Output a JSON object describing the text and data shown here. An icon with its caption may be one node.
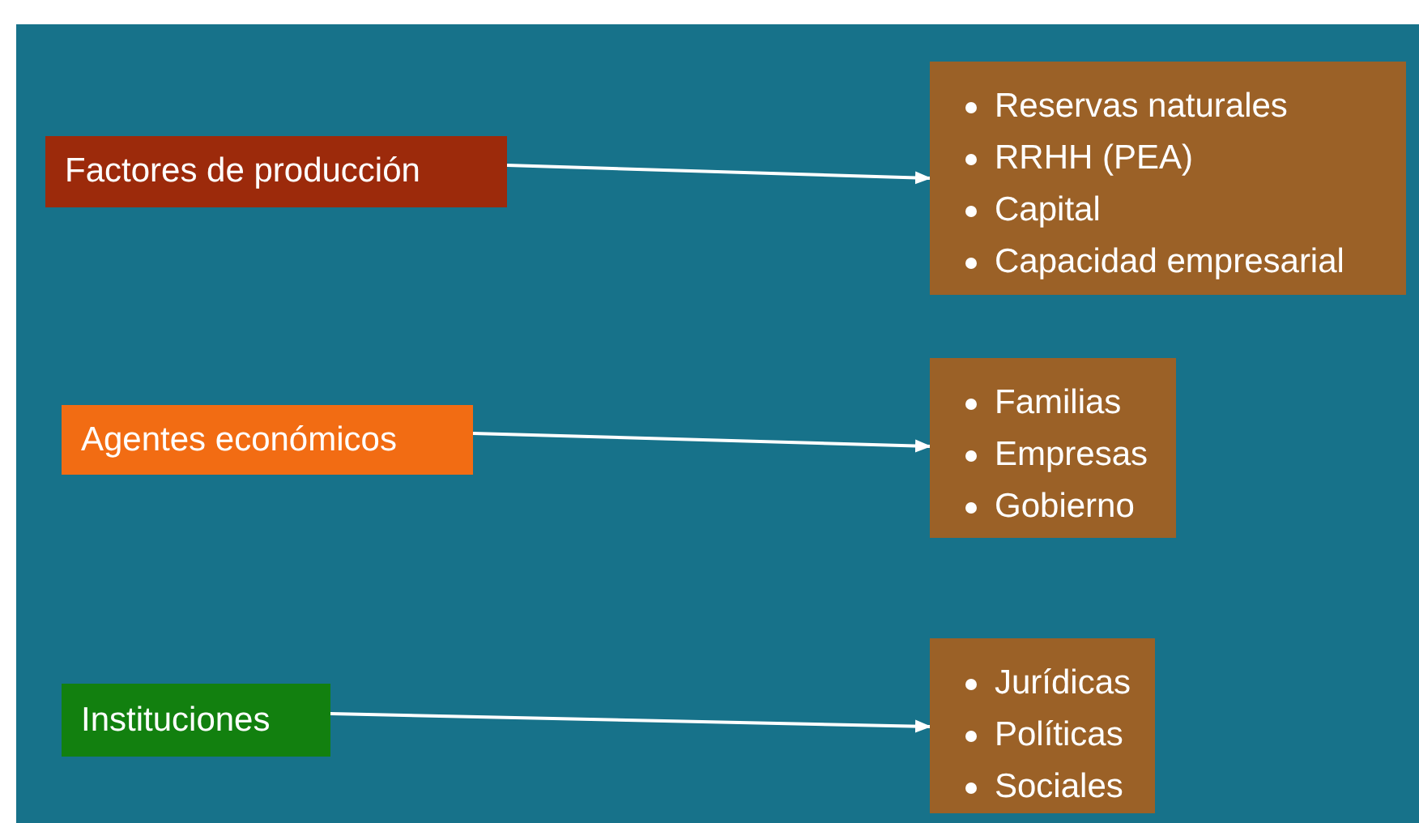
{
  "diagram": {
    "nodes": [
      {
        "text": [
          "Factores de producción"
        ]
      },
      {
        "text": [
          "Reservas naturales",
          "RRHH (PEA)",
          "Capital",
          "Capacidad empresarial"
        ]
      },
      {
        "text": [
          "Agentes económicos"
        ]
      },
      {
        "text": [
          "Familias",
          "Empresas",
          "Gobierno"
        ]
      },
      {
        "text": [
          "Instituciones"
        ]
      },
      {
        "text": [
          "Jurídicas",
          "Políticas",
          "Sociales"
        ]
      }
    ],
    "edges": [
      {
        "from": 0,
        "to": 1,
        "arrow": "to"
      },
      {
        "from": 2,
        "to": 3,
        "arrow": "to"
      },
      {
        "from": 4,
        "to": 5,
        "arrow": "to"
      }
    ]
  }
}
